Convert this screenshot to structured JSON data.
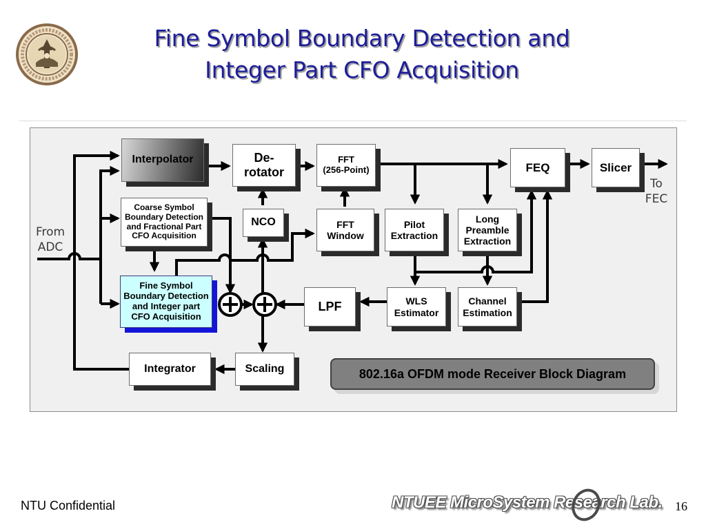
{
  "title": {
    "line1": "Fine Symbol Boundary Detection and",
    "line2": "Integer Part CFO Acquisition"
  },
  "diagram": {
    "blocks": {
      "interpolator": "Interpolator",
      "derotator": [
        "De-",
        "rotator"
      ],
      "fft": [
        "FFT",
        "(256-Point)"
      ],
      "feq": "FEQ",
      "slicer": "Slicer",
      "coarse": [
        "Coarse Symbol",
        "Boundary Detection",
        "and Fractional Part",
        "CFO Acquisition"
      ],
      "nco": "NCO",
      "fft_window": [
        "FFT",
        "Window"
      ],
      "pilot": [
        "Pilot",
        "Extraction"
      ],
      "long_preamble": [
        "Long",
        "Preamble",
        "Extraction"
      ],
      "fine": [
        "Fine Symbol",
        "Boundary Detection",
        "and Integer part",
        "CFO Acquisition"
      ],
      "lpf": "LPF",
      "wls": [
        "WLS",
        "Estimator"
      ],
      "channel": [
        "Channel",
        "Estimation"
      ],
      "integrator": "Integrator",
      "scaling": "Scaling"
    },
    "labels": {
      "from_adc": [
        "From",
        "ADC"
      ],
      "to_fec": [
        "To",
        "FEC"
      ]
    },
    "caption": "802.16a OFDM mode Receiver Block Diagram",
    "colors": {
      "fine_block_fill": "#ccffff",
      "fine_block_shadow": "#1515d9",
      "title": "#1d1d9a"
    }
  },
  "footer": {
    "left": "NTU Confidential",
    "lab": "NTUEE MicroSystem Research Lab.",
    "page_number": "16"
  }
}
